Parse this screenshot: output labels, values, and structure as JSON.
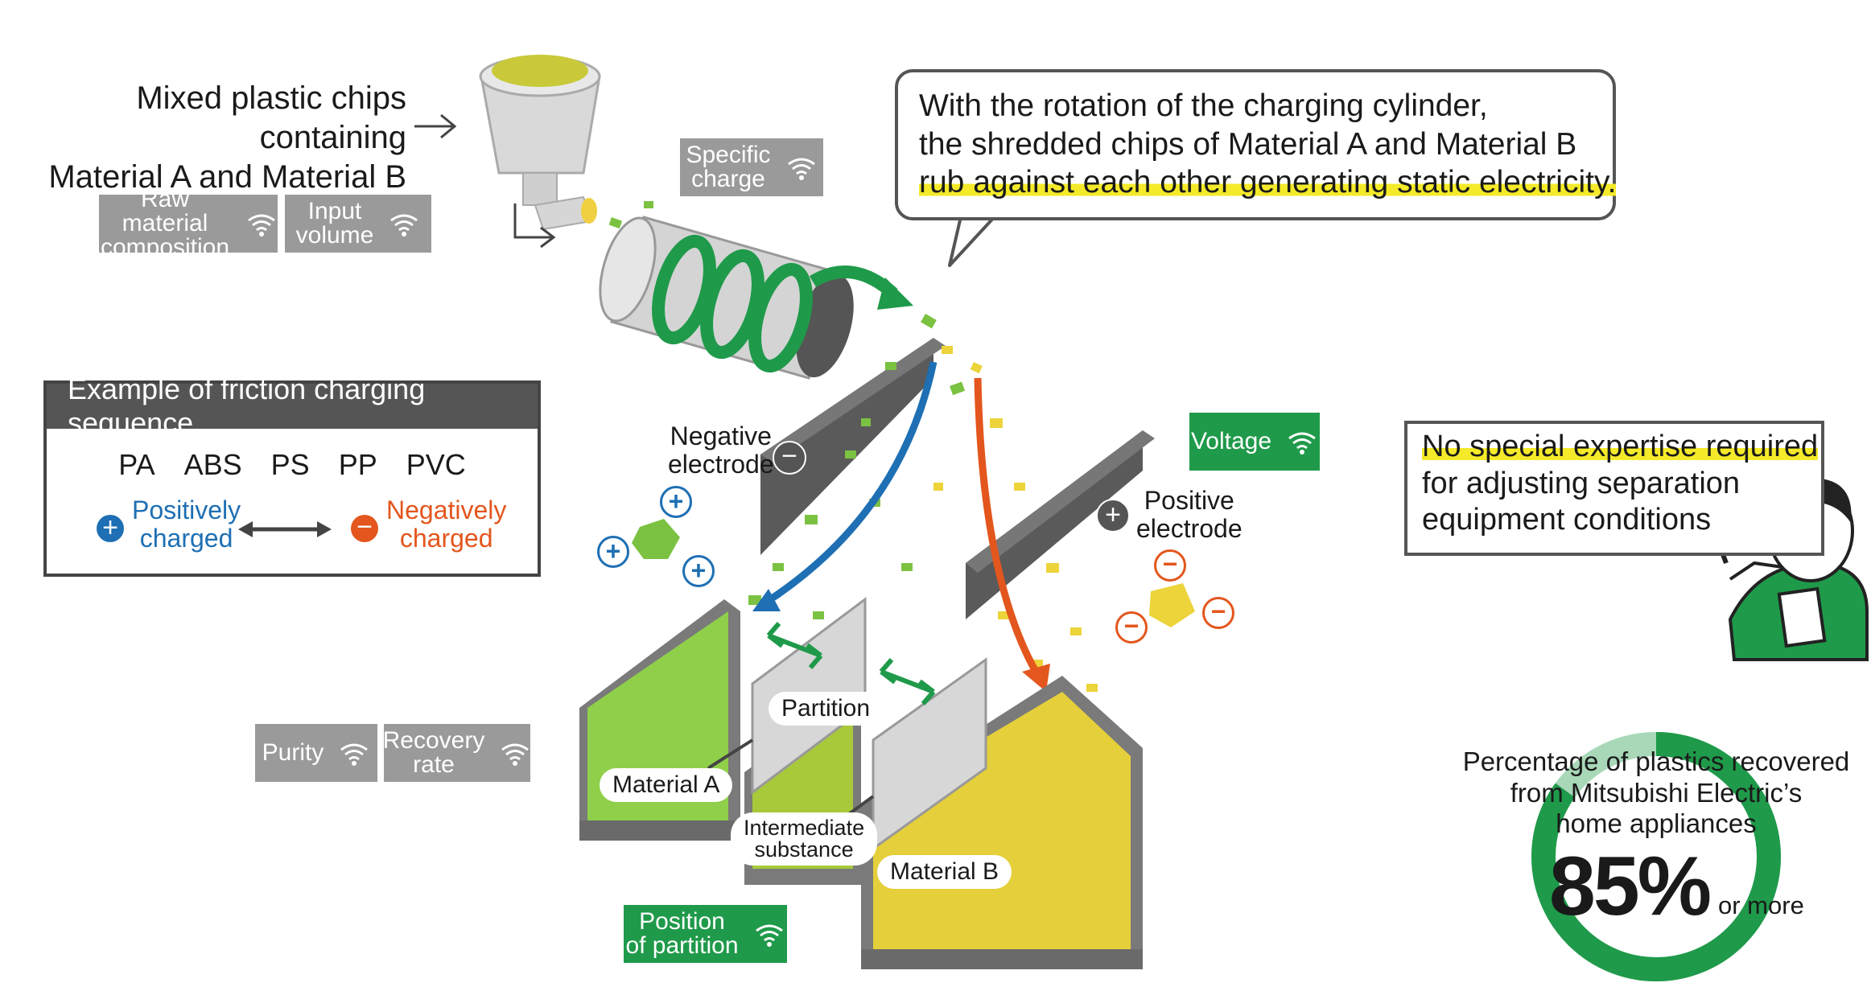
{
  "input_caption": "Mixed plastic chips containing\nMaterial A and Material B",
  "tags": {
    "raw_material": "Raw material\ncomposition",
    "input_volume": "Input\nvolume",
    "specific_charge": "Specific\ncharge",
    "voltage": "Voltage",
    "purity": "Purity",
    "recovery_rate": "Recovery\nrate",
    "position_partition": "Position\nof partition"
  },
  "speech": {
    "line1": "With the rotation of the charging cylinder,",
    "line2": "the shredded chips of Material A and Material B",
    "line3": "rub against each other generating static electricity."
  },
  "sequence": {
    "title": "Example of friction charging sequence",
    "materials": [
      "PA",
      "ABS",
      "PS",
      "PP",
      "PVC"
    ],
    "positive_label": "Positively\ncharged",
    "negative_label": "Negatively\ncharged"
  },
  "electrodes": {
    "negative": "Negative\nelectrode",
    "positive": "Positive\nelectrode"
  },
  "labels": {
    "partition": "Partition",
    "material_a": "Material A",
    "intermediate": "Intermediate\nsubstance",
    "material_b": "Material B"
  },
  "expertise": {
    "line1": "No special expertise required",
    "line2": "for adjusting separation",
    "line3": "equipment conditions"
  },
  "stat": {
    "caption": "Percentage of plastics recovered\nfrom Mitsubishi Electric’s\nhome appliances",
    "value": "85%",
    "suffix": "or more",
    "percent": 85
  },
  "colors": {
    "green": "#1f9a4a",
    "light_green": "#a8d8b8",
    "gray_tag": "#9a9a9a",
    "blue": "#1e6fb3",
    "orange": "#e3561d",
    "chip_green": "#7cc242",
    "chip_yellow": "#ecd43a",
    "highlight": "#f4ea2a"
  },
  "icons": [
    "wifi-icon",
    "arrow-right-icon",
    "plus-circle-icon",
    "minus-circle-icon",
    "double-arrow-icon",
    "person-icon"
  ]
}
